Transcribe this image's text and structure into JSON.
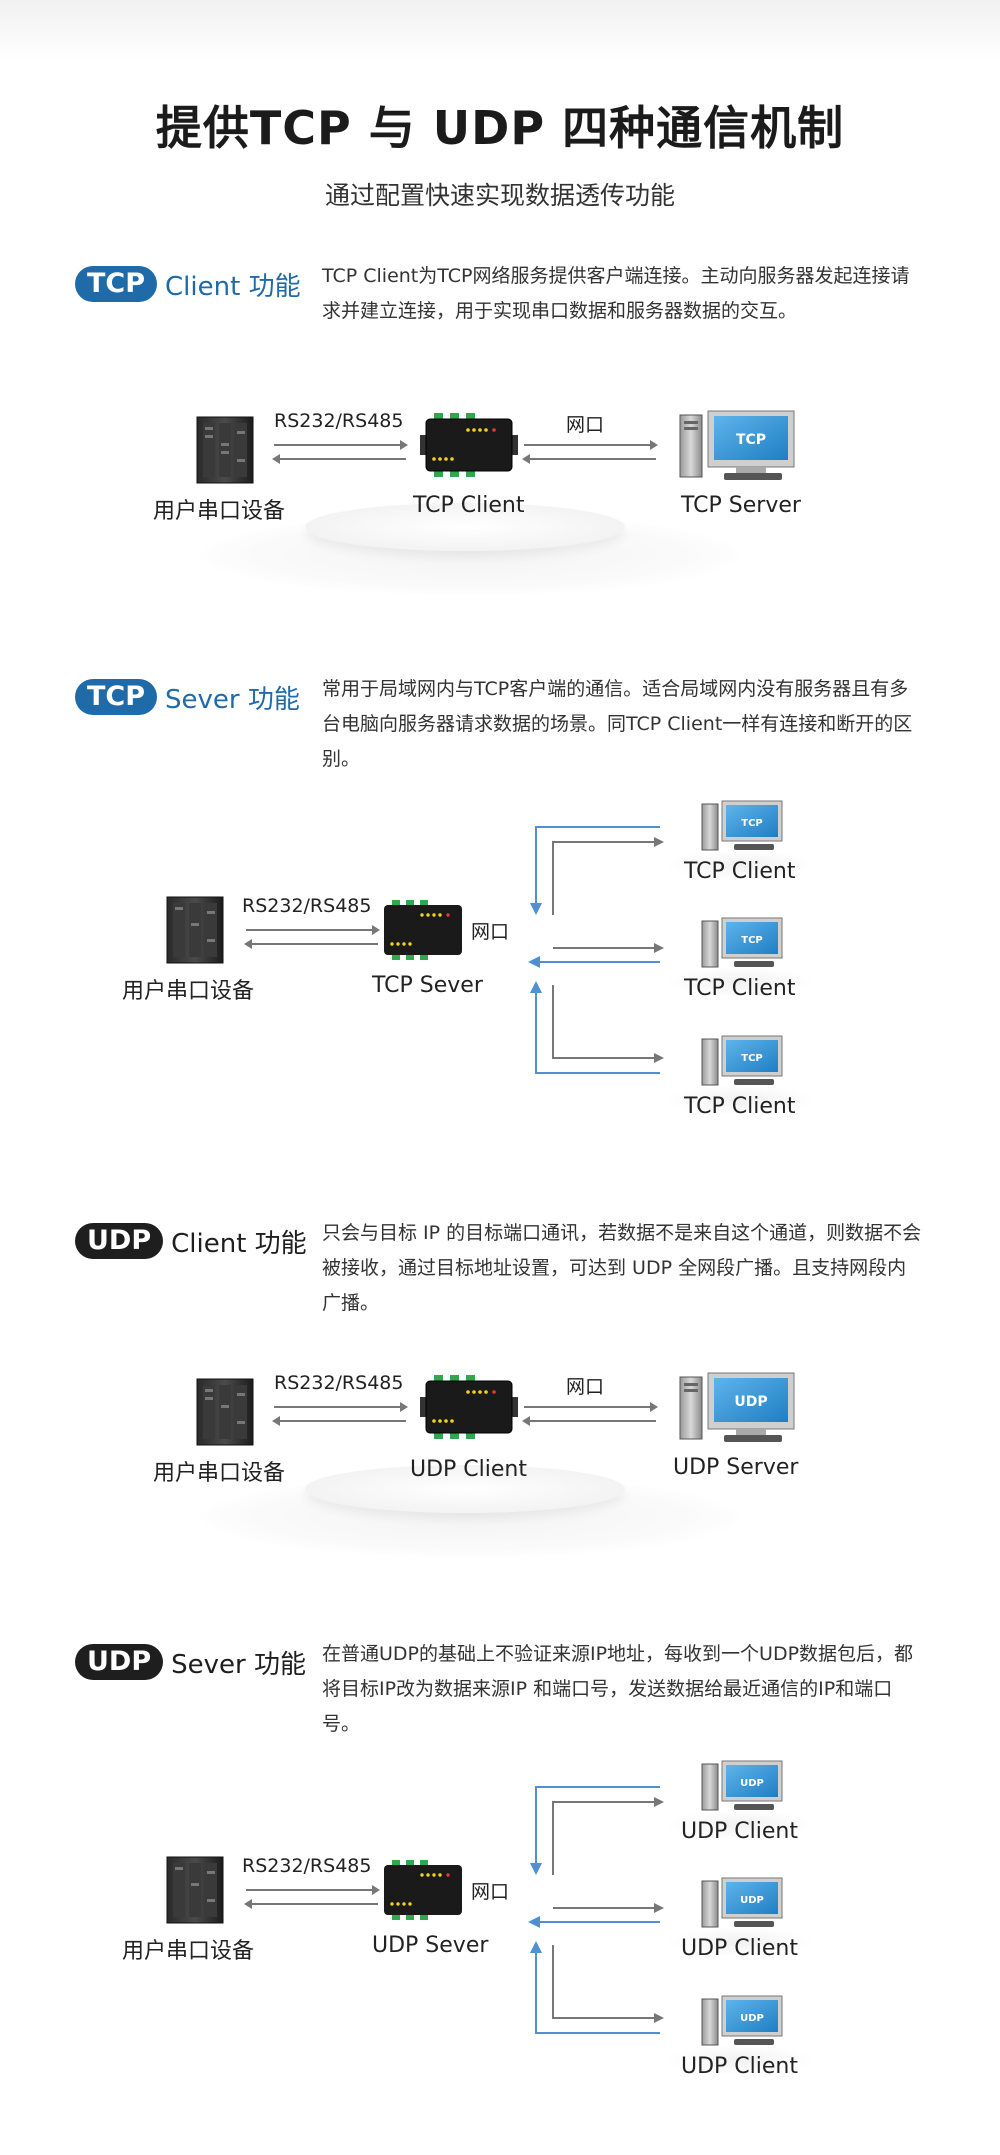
{
  "page": {
    "title": "提供TCP 与 UDP 四种通信机制",
    "subtitle": "通过配置快速实现数据透传功能"
  },
  "colors": {
    "tcp_blue": "#1f6aa8",
    "udp_dark": "#1e1e1e",
    "arrow_blue": "#4f8fd2"
  },
  "sections": [
    {
      "pill": "TCP",
      "word": "Client 功能",
      "desc": "TCP Client为TCP网络服务提供客户端连接。主动向服务器发起连接请求并建立连接，用于实现串口数据和服务器数据的交互。",
      "diagram": {
        "serial_label": "RS232/RS485",
        "net_label": "网口",
        "device_left": "用户串口设备",
        "device_mid": "TCP Client",
        "device_right": "TCP Server",
        "screen_text": "TCP"
      }
    },
    {
      "pill": "TCP",
      "word": "Sever 功能",
      "desc": "常用于局域网内与TCP客户端的通信。适合局域网内没有服务器且有多台电脑向服务器请求数据的场景。同TCP Client一样有连接和断开的区别。",
      "diagram": {
        "serial_label": "RS232/RS485",
        "net_label": "网口",
        "device_left": "用户串口设备",
        "device_mid": "TCP Sever",
        "clients": [
          "TCP Client",
          "TCP Client",
          "TCP Client"
        ],
        "screen_text": "TCP"
      }
    },
    {
      "pill": "UDP",
      "word": "Client 功能",
      "desc": "只会与目标 IP 的目标端口通讯，若数据不是来自这个通道，则数据不会被接收，通过目标地址设置，可达到 UDP 全网段广播。且支持网段内广播。",
      "diagram": {
        "serial_label": "RS232/RS485",
        "net_label": "网口",
        "device_left": "用户串口设备",
        "device_mid": "UDP Client",
        "device_right": "UDP Server",
        "screen_text": "UDP"
      }
    },
    {
      "pill": "UDP",
      "word": "Sever 功能",
      "desc": "在普通UDP的基础上不验证来源IP地址，每收到一个UDP数据包后，都将目标IP改为数据来源IP 和端口号，发送数据给最近通信的IP和端口号。",
      "diagram": {
        "serial_label": "RS232/RS485",
        "net_label": "网口",
        "device_left": "用户串口设备",
        "device_mid": "UDP Sever",
        "clients": [
          "UDP Client",
          "UDP Client",
          "UDP Client"
        ],
        "screen_text": "UDP"
      }
    }
  ]
}
